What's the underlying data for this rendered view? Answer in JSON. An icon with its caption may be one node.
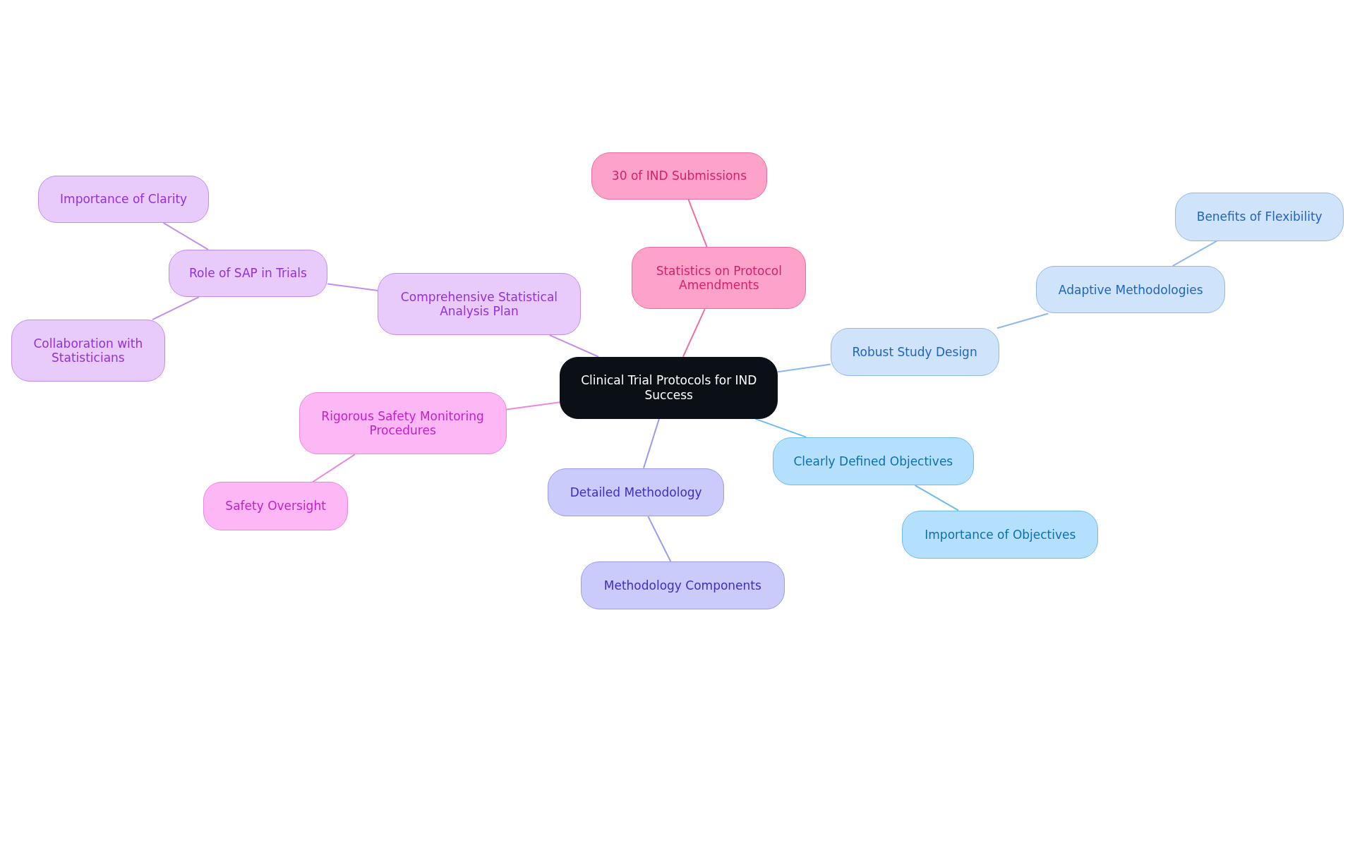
{
  "diagram": {
    "nodes": [
      {
        "text": [
          "Clinical Trial Protocols for IND Success"
        ]
      },
      {
        "text": [
          "Statistics on Protocol Amendments"
        ]
      },
      {
        "text": [
          "30 of IND Submissions"
        ]
      },
      {
        "text": [
          "Robust Study Design"
        ]
      },
      {
        "text": [
          "Adaptive Methodologies"
        ]
      },
      {
        "text": [
          "Benefits of Flexibility"
        ]
      },
      {
        "text": [
          "Clearly Defined Objectives"
        ]
      },
      {
        "text": [
          "Importance of Objectives"
        ]
      },
      {
        "text": [
          "Detailed Methodology"
        ]
      },
      {
        "text": [
          "Methodology Components"
        ]
      },
      {
        "text": [
          "Rigorous Safety Monitoring Procedures"
        ]
      },
      {
        "text": [
          "Safety Oversight"
        ]
      },
      {
        "text": [
          "Comprehensive Statistical Analysis Plan"
        ]
      },
      {
        "text": [
          "Role of SAP in Trials"
        ]
      },
      {
        "text": [
          "Importance of Clarity"
        ]
      },
      {
        "text": [
          "Collaboration with Statisticians"
        ]
      }
    ],
    "edges": [
      {
        "from": 0,
        "to": 1,
        "arrow": "none",
        "color": "#ec6fa8"
      },
      {
        "from": 1,
        "to": 2,
        "arrow": "none",
        "color": "#ec6fa8"
      },
      {
        "from": 0,
        "to": 3,
        "arrow": "none",
        "color": "#8fb8ef"
      },
      {
        "from": 3,
        "to": 4,
        "arrow": "none",
        "color": "#8fb8ef"
      },
      {
        "from": 4,
        "to": 5,
        "arrow": "none",
        "color": "#8fb8ef"
      },
      {
        "from": 0,
        "to": 6,
        "arrow": "none",
        "color": "#6cbcef"
      },
      {
        "from": 6,
        "to": 7,
        "arrow": "none",
        "color": "#6cbcef"
      },
      {
        "from": 0,
        "to": 8,
        "arrow": "none",
        "color": "#9b9bf0"
      },
      {
        "from": 8,
        "to": 9,
        "arrow": "none",
        "color": "#9b9bf0"
      },
      {
        "from": 0,
        "to": 10,
        "arrow": "none",
        "color": "#ee86dc"
      },
      {
        "from": 10,
        "to": 11,
        "arrow": "none",
        "color": "#ee86dc"
      },
      {
        "from": 0,
        "to": 12,
        "arrow": "none",
        "color": "#c28ded"
      },
      {
        "from": 12,
        "to": 13,
        "arrow": "none",
        "color": "#c28ded"
      },
      {
        "from": 13,
        "to": 14,
        "arrow": "none",
        "color": "#c28ded"
      },
      {
        "from": 13,
        "to": 15,
        "arrow": "none",
        "color": "#c28ded"
      }
    ]
  }
}
